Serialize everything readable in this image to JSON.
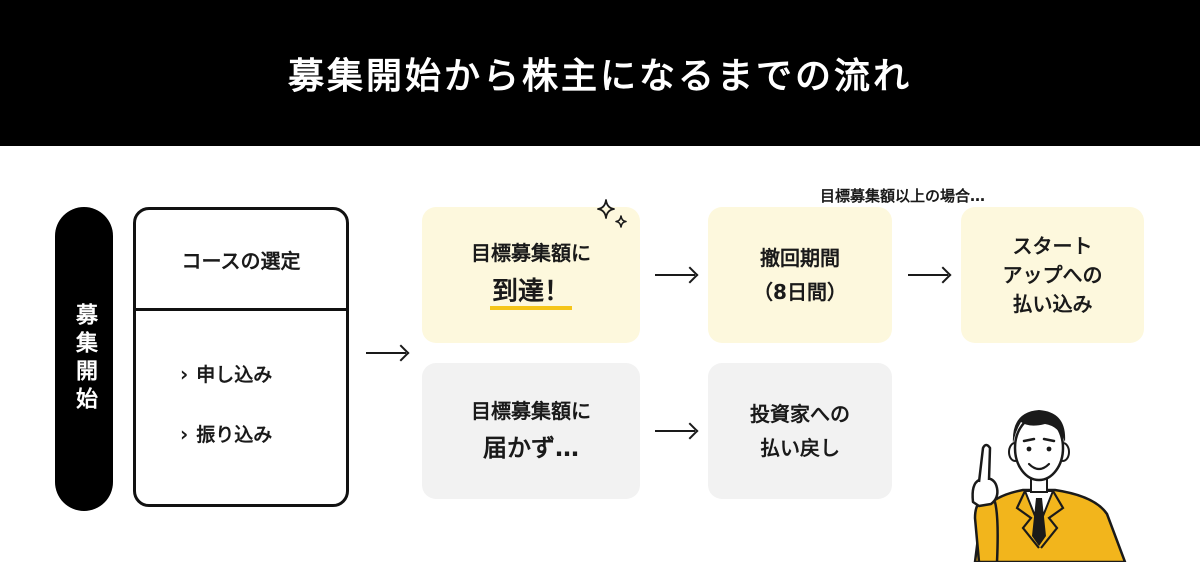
{
  "title": "募集開始から株主になるまでの流れ",
  "start_label": "募集開始",
  "course": {
    "title": "コースの選定",
    "options": [
      "申し込み",
      "振り込み"
    ]
  },
  "reached": {
    "line1": "目標募集額に",
    "line2": "到達！"
  },
  "not_reached": {
    "line1": "目標募集額に",
    "line2": "届かず…"
  },
  "withdrawal": {
    "line1": "撤回期間",
    "line2": "（8日間）"
  },
  "refund": {
    "line1": "投資家への",
    "line2": "払い戻し"
  },
  "startup_payment": {
    "line1": "スタート",
    "line2": "アップへの",
    "line3": "払い込み"
  },
  "note": "目標募集額以上の場合…",
  "colors": {
    "header_bg": "#000000",
    "yellow_box": "#fdf8dd",
    "gray_box": "#f2f2f2",
    "accent": "#f5c518",
    "suit": "#f2b51c"
  }
}
